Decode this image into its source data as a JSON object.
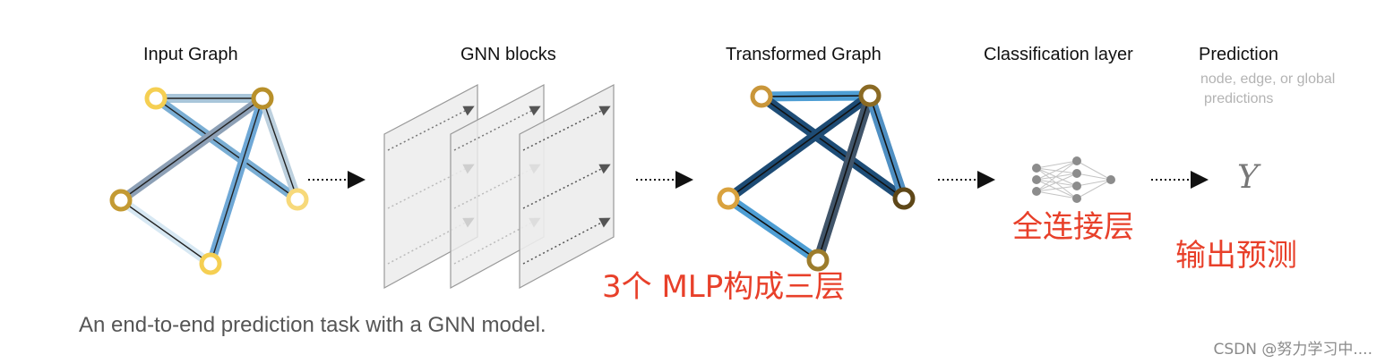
{
  "stages": {
    "input_graph": "Input Graph",
    "gnn_blocks": "GNN blocks",
    "transformed_graph": "Transformed Graph",
    "classification_layer": "Classification layer",
    "prediction": "Prediction"
  },
  "prediction_sub_1": "node, edge, or global",
  "prediction_sub_2": "predictions",
  "output_symbol": "Y",
  "annotations": {
    "mlp_layers": "3个 MLP构成三层",
    "fully_connected": "全连接层",
    "output_prediction": "输出预测"
  },
  "caption": "An end-to-end prediction task with a GNN model.",
  "watermark": "CSDN @努力学习中....",
  "colors": {
    "node_light": "#f5cf52",
    "node_dark": "#b8902a",
    "edge_blue": "#5da0cf",
    "edge_dark": "#1f4566",
    "annotation_red": "#e8402a"
  }
}
